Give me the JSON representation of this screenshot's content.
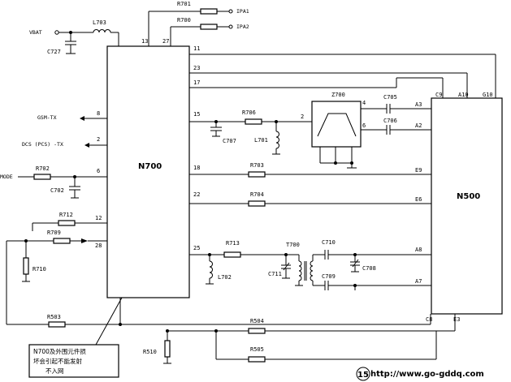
{
  "chips": {
    "n700": "N700",
    "n500": "N500",
    "z700": "Z700"
  },
  "n700_pins": {
    "p13": "13",
    "p27": "27",
    "p11": "11",
    "p23": "23",
    "p17": "17",
    "p15": "15",
    "p18": "18",
    "p22": "22",
    "p25": "25",
    "p8": "8",
    "p2": "2",
    "p6": "6",
    "p12": "12",
    "p28": "28"
  },
  "n500_pins": {
    "c9": "C9",
    "a10": "A10",
    "g10": "G10",
    "a3": "A3",
    "a2": "A2",
    "e9": "E9",
    "e6": "E6",
    "a8": "A8",
    "a7": "A7",
    "c8": "C8",
    "e3": "E3"
  },
  "z700_pins": {
    "p2": "2",
    "p4": "4",
    "p6": "6"
  },
  "ports": {
    "vbat": "VBAT",
    "ipa1": "IPA1",
    "ipa2": "IPA2",
    "gsm_tx": "GSM-TX",
    "dcs_tx": "DCS (PCS) -TX",
    "mode": "MODE"
  },
  "resistors": {
    "r701": "R701",
    "r700": "R700",
    "r706": "R706",
    "r702": "R702",
    "r712": "R712",
    "r709": "R709",
    "r710": "R710",
    "r703": "R703",
    "r704": "R704",
    "r713": "R713",
    "r503": "R503",
    "r504": "R504",
    "r505": "R505",
    "r510": "R510"
  },
  "capacitors": {
    "c727": "C727",
    "c707": "C707",
    "c702": "C702",
    "c705": "C705",
    "c706": "C706",
    "c711": "C711",
    "c710": "C710",
    "c709": "C709",
    "c708": "C708"
  },
  "inductors": {
    "l703": "L703",
    "l701": "L701",
    "l702": "L702"
  },
  "transformer": "T700",
  "note_lines": [
    "N700及外围元件损",
    "坏会引起不能发射",
    "不入网"
  ],
  "page_number": "15",
  "watermark": "http://www.go-gddq.com"
}
